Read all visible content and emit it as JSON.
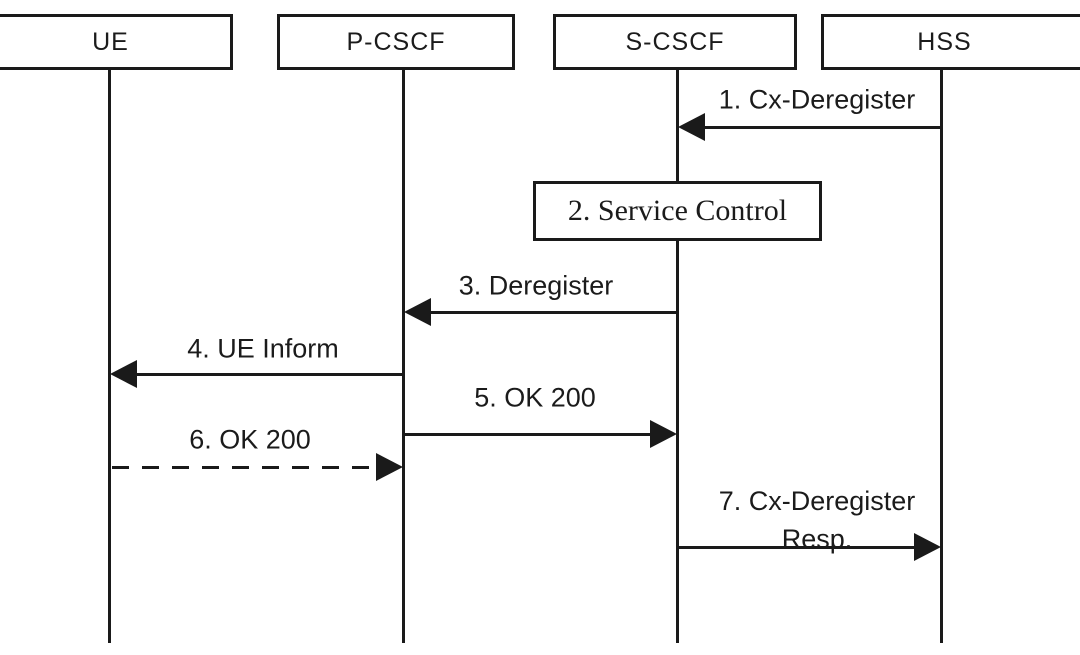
{
  "diagram": {
    "type": "sequence-diagram",
    "actors": [
      {
        "label": "UE"
      },
      {
        "label": "P-CSCF"
      },
      {
        "label": "S-CSCF"
      },
      {
        "label": "HSS"
      }
    ],
    "messages": [
      {
        "step": 1,
        "label": "1. Cx-Deregister",
        "from": "HSS",
        "to": "S-CSCF",
        "style": "solid"
      },
      {
        "step": 2,
        "label": "2. Service Control",
        "type": "action-box",
        "on": "S-CSCF"
      },
      {
        "step": 3,
        "label": "3. Deregister",
        "from": "S-CSCF",
        "to": "P-CSCF",
        "style": "solid"
      },
      {
        "step": 4,
        "label": "4. UE Inform",
        "from": "P-CSCF",
        "to": "UE",
        "style": "solid"
      },
      {
        "step": 5,
        "label": "5. OK 200",
        "from": "P-CSCF",
        "to": "S-CSCF",
        "style": "solid"
      },
      {
        "step": 6,
        "label": "6. OK 200",
        "from": "UE",
        "to": "P-CSCF",
        "style": "dashed"
      },
      {
        "step": 7,
        "label": "7. Cx-Deregister Resp.",
        "line1": "7. Cx-Deregister",
        "line2": "Resp.",
        "from": "S-CSCF",
        "to": "HSS",
        "style": "solid"
      }
    ],
    "colors": {
      "line": "#1a1a1a",
      "text": "#1b1b1b",
      "background": "#ffffff"
    }
  }
}
